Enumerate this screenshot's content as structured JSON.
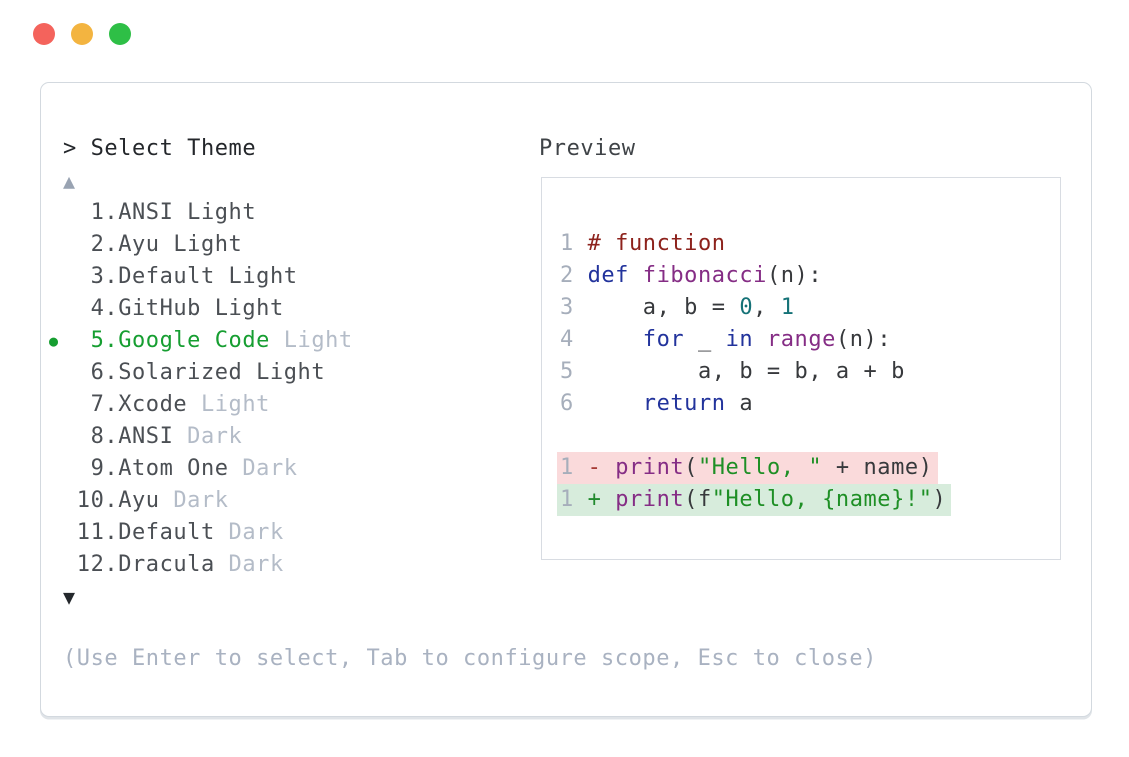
{
  "window": {
    "traffic_lights": [
      {
        "name": "close",
        "color": "#f4635c"
      },
      {
        "name": "minimize",
        "color": "#f3b440"
      },
      {
        "name": "zoom",
        "color": "#2ebf46"
      }
    ]
  },
  "picker": {
    "prompt_char": ">",
    "title": "Select Theme",
    "up_arrow": "▲",
    "down_arrow": "▼",
    "items": [
      {
        "num": "1.",
        "name": "ANSI",
        "variant": "Light",
        "variant_muted": false,
        "selected": false
      },
      {
        "num": "2.",
        "name": "Ayu",
        "variant": "Light",
        "variant_muted": false,
        "selected": false
      },
      {
        "num": "3.",
        "name": "Default",
        "variant": "Light",
        "variant_muted": false,
        "selected": false
      },
      {
        "num": "4.",
        "name": "GitHub",
        "variant": "Light",
        "variant_muted": false,
        "selected": false
      },
      {
        "num": "5.",
        "name": "Google Code",
        "variant": "Light",
        "variant_muted": true,
        "selected": true
      },
      {
        "num": "6.",
        "name": "Solarized",
        "variant": "Light",
        "variant_muted": false,
        "selected": false
      },
      {
        "num": "7.",
        "name": "Xcode",
        "variant": "Light",
        "variant_muted": true,
        "selected": false
      },
      {
        "num": "8.",
        "name": "ANSI",
        "variant": "Dark",
        "variant_muted": true,
        "selected": false
      },
      {
        "num": "9.",
        "name": "Atom One",
        "variant": "Dark",
        "variant_muted": true,
        "selected": false
      },
      {
        "num": "10.",
        "name": "Ayu",
        "variant": "Dark",
        "variant_muted": true,
        "selected": false
      },
      {
        "num": "11.",
        "name": "Default",
        "variant": "Dark",
        "variant_muted": true,
        "selected": false
      },
      {
        "num": "12.",
        "name": "Dracula",
        "variant": "Dark",
        "variant_muted": true,
        "selected": false
      }
    ],
    "footer_hint": "(Use Enter to select, Tab to configure scope, Esc to close)"
  },
  "preview": {
    "label": "Preview",
    "lines": [
      {
        "num": "1",
        "tokens": [
          {
            "c": "comment",
            "t": "# function"
          }
        ]
      },
      {
        "num": "2",
        "tokens": [
          {
            "c": "keyword",
            "t": "def"
          },
          {
            "c": "plain",
            "t": " "
          },
          {
            "c": "func",
            "t": "fibonacci"
          },
          {
            "c": "plain",
            "t": "(n):"
          }
        ]
      },
      {
        "num": "3",
        "tokens": [
          {
            "c": "plain",
            "t": "    a, b = "
          },
          {
            "c": "number",
            "t": "0"
          },
          {
            "c": "plain",
            "t": ", "
          },
          {
            "c": "number",
            "t": "1"
          }
        ]
      },
      {
        "num": "4",
        "tokens": [
          {
            "c": "plain",
            "t": "    "
          },
          {
            "c": "keyword",
            "t": "for"
          },
          {
            "c": "plain",
            "t": " _ "
          },
          {
            "c": "keyword",
            "t": "in"
          },
          {
            "c": "plain",
            "t": " "
          },
          {
            "c": "func",
            "t": "range"
          },
          {
            "c": "plain",
            "t": "(n):"
          }
        ]
      },
      {
        "num": "5",
        "tokens": [
          {
            "c": "plain",
            "t": "        a, b = b, a + b"
          }
        ]
      },
      {
        "num": "6",
        "tokens": [
          {
            "c": "plain",
            "t": "    "
          },
          {
            "c": "keyword",
            "t": "return"
          },
          {
            "c": "plain",
            "t": " a"
          }
        ]
      },
      {
        "blank": true
      },
      {
        "num": "1",
        "sign": "-",
        "diff": "removed",
        "tokens": [
          {
            "c": "func",
            "t": "print"
          },
          {
            "c": "plain",
            "t": "("
          },
          {
            "c": "string",
            "t": "\"Hello, \""
          },
          {
            "c": "plain",
            "t": " + name)"
          }
        ]
      },
      {
        "num": "1",
        "sign": "+",
        "diff": "added",
        "tokens": [
          {
            "c": "func",
            "t": "print"
          },
          {
            "c": "plain",
            "t": "(f"
          },
          {
            "c": "string",
            "t": "\"Hello, {name}!\""
          },
          {
            "c": "plain",
            "t": ")"
          }
        ]
      }
    ]
  },
  "colors": {
    "accent_green": "#169e31",
    "muted_text": "#b4bcc8",
    "footer_text": "#a9b2c1",
    "panel_border": "#d3d9df",
    "preview_border": "#d8dce2",
    "line_number": "#a6aebb",
    "code_plain": "#37393c",
    "code_comment": "#8d221c",
    "code_keyword": "#22339c",
    "code_function": "#852d85",
    "code_string": "#1e8f25",
    "code_number": "#157277",
    "diff_removed_bg": "#fadadb",
    "diff_added_bg": "#d7ecdc",
    "diff_minus": "#a63a35",
    "diff_plus": "#218a2e"
  }
}
